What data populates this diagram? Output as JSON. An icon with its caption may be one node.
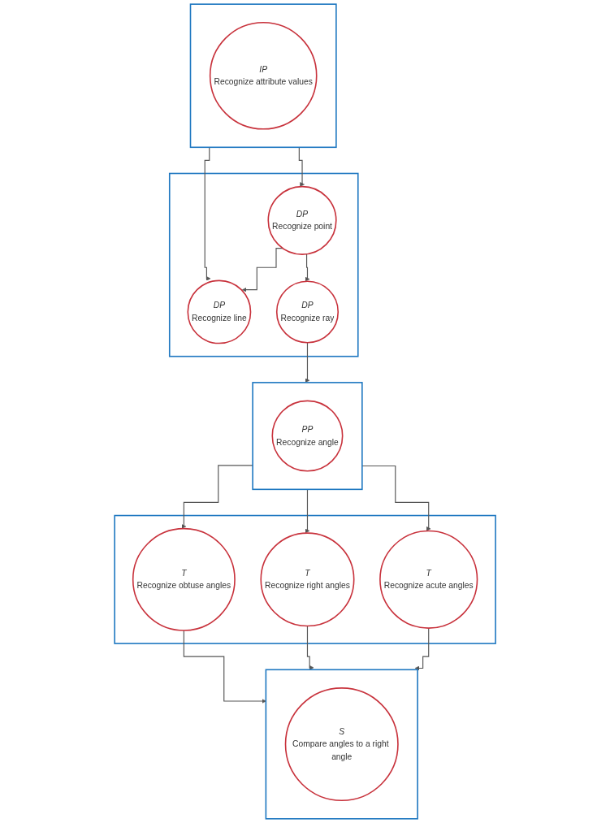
{
  "diagram": {
    "nodes": [
      {
        "text": [],
        "shape": "box"
      },
      {
        "text": [
          "IP",
          "Recognize attribute values"
        ],
        "in": 0
      },
      {
        "text": [],
        "shape": "box"
      },
      {
        "text": [
          "DP",
          "Recognize line"
        ],
        "in": 2
      },
      {
        "text": [
          "DP",
          "Recognize point"
        ],
        "in": 2
      },
      {
        "text": [
          "DP",
          "Recognize ray"
        ],
        "in": 2
      },
      {
        "text": [],
        "shape": "box"
      },
      {
        "text": [
          "PP",
          "Recognize angle"
        ],
        "in": 6
      },
      {
        "text": [],
        "shape": "box"
      },
      {
        "text": [
          "T",
          "Recognize obtuse angles"
        ],
        "in": 8
      },
      {
        "text": [
          "T",
          "Recognize right angles"
        ],
        "in": 8
      },
      {
        "text": [
          "T",
          "Recognize acute angles"
        ],
        "in": 8
      },
      {
        "text": [],
        "shape": "box"
      },
      {
        "text": [
          "S",
          "Compare angles to a right angle"
        ],
        "in": 12
      }
    ],
    "edges": [
      {
        "from": 0,
        "to": 3,
        "arrow": "to"
      },
      {
        "from": 0,
        "to": 4,
        "arrow": "to"
      },
      {
        "from": 4,
        "to": 3,
        "arrow": "to"
      },
      {
        "from": 4,
        "to": 5,
        "arrow": "to"
      },
      {
        "from": 5,
        "to": 6,
        "arrow": "to"
      },
      {
        "from": 6,
        "to": 9,
        "arrow": "to"
      },
      {
        "from": 6,
        "to": 10,
        "arrow": "to"
      },
      {
        "from": 6,
        "to": 11,
        "arrow": "to"
      },
      {
        "from": 9,
        "to": 12,
        "arrow": "to"
      },
      {
        "from": 10,
        "to": 12,
        "arrow": "to"
      },
      {
        "from": 11,
        "to": 12,
        "arrow": "to"
      }
    ]
  }
}
